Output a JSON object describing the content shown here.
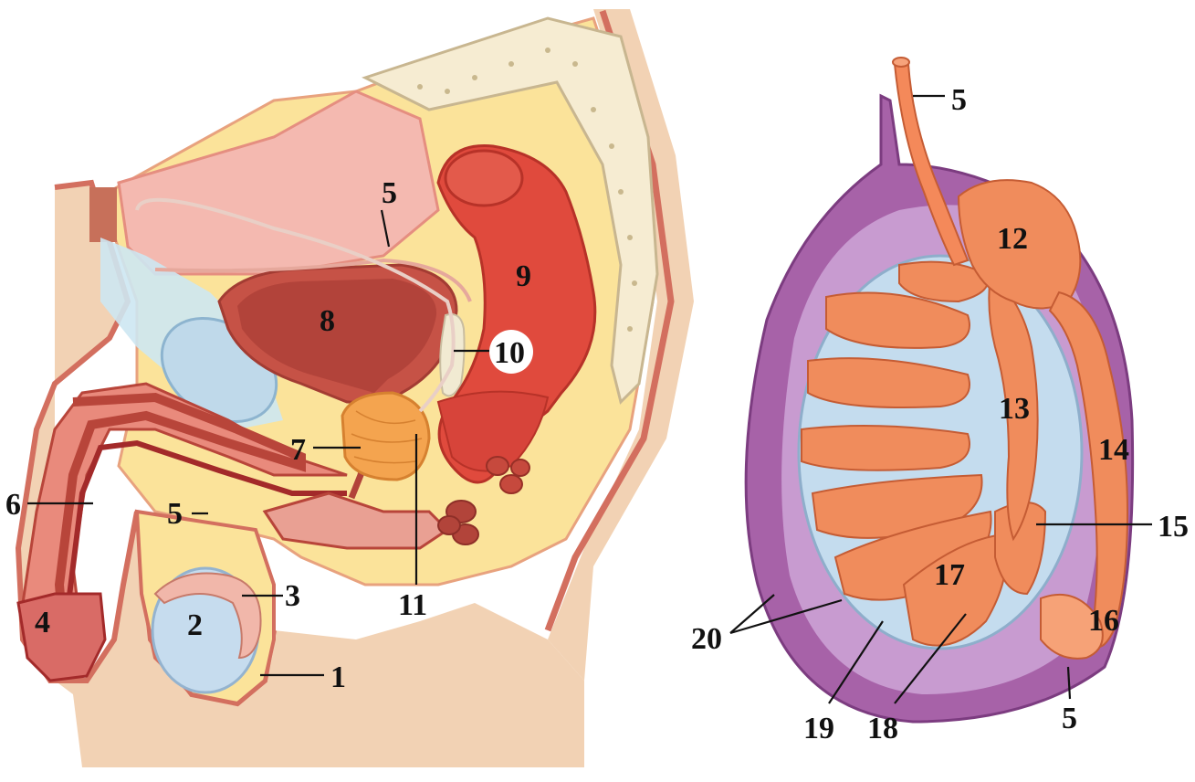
{
  "diagram": {
    "sagittal_labels": {
      "n1": "1",
      "n2": "2",
      "n3": "3",
      "n4": "4",
      "n5_top": "5",
      "n5_mid": "5",
      "n6": "6",
      "n7": "7",
      "n8": "8",
      "n9": "9",
      "n10": "10",
      "n11": "11"
    },
    "testis_labels": {
      "n5_top": "5",
      "n5_bottom": "5",
      "n12": "12",
      "n13": "13",
      "n14": "14",
      "n15": "15",
      "n16": "16",
      "n17": "17",
      "n18": "18",
      "n19": "19",
      "n20": "20"
    },
    "colors": {
      "skin": "#f2d2b4",
      "fat": "#fbe39a",
      "muscle": "#e97a6a",
      "bladder": "#b84a3c",
      "rectum": "#e0463a",
      "prostate": "#f3a24d",
      "testis_blue": "#b9d4ea",
      "tunica_purple": "#a560a6",
      "tubules": "#f08c5c"
    }
  }
}
